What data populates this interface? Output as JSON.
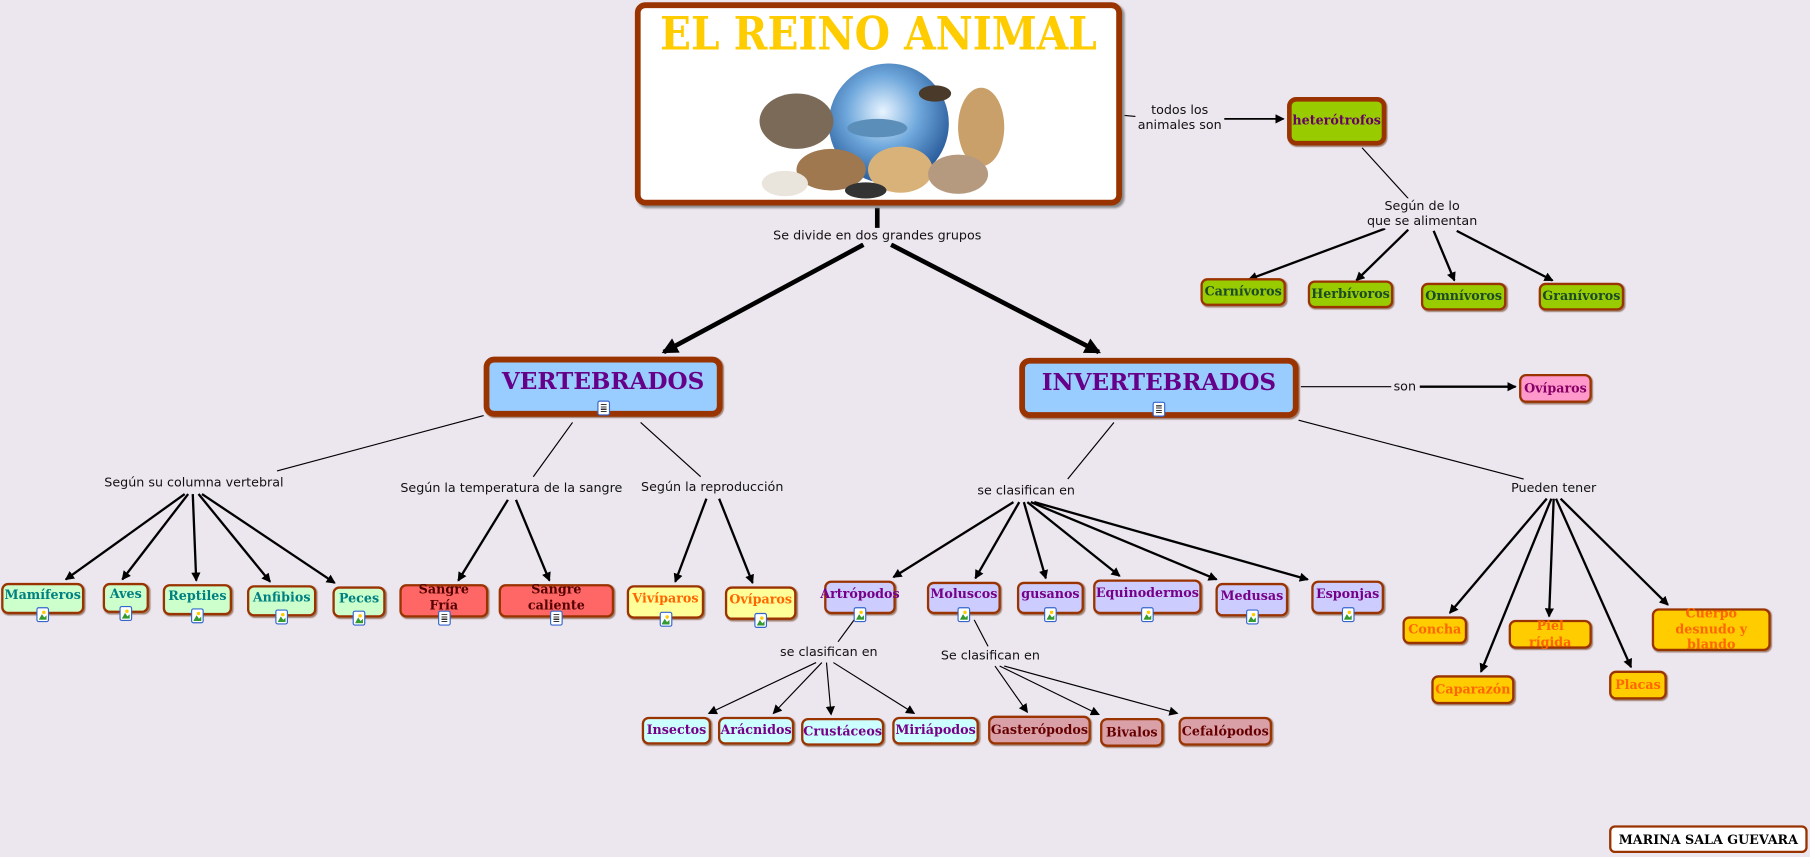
{
  "title": "EL REINO ANIMAL",
  "footer": "MARINA SALA GUEVARA",
  "colors": {
    "background": "#ECE6EF",
    "border": "#993300",
    "title": "#FFCC00"
  },
  "link_labels": {
    "todos": "todos los\nanimales son",
    "divide": "Se divide en dos grandes grupos",
    "alimentan": "Según de lo\nque se alimentan",
    "son": "son",
    "columna": "Según su columna vertebral",
    "temperatura": "Según la temperatura de la sangre",
    "reproduccion": "Según la reproducción",
    "clasifican_inv": "se clasifican en",
    "pueden": "Pueden tener",
    "clasifican_art": "se clasifican en",
    "clasifican_mol": "Se clasifican en"
  },
  "nodes": [
    {
      "id": "heterotrofos",
      "label": "heterótrofos",
      "style": "green-big",
      "icon": ""
    },
    {
      "id": "carnivoros",
      "label": "Carnívoros",
      "style": "green",
      "icon": ""
    },
    {
      "id": "herbivoros",
      "label": "Herbívoros",
      "style": "green",
      "icon": ""
    },
    {
      "id": "omnivoros",
      "label": "Omnívoros",
      "style": "green",
      "icon": ""
    },
    {
      "id": "granivoros",
      "label": "Granívoros",
      "style": "green",
      "icon": ""
    },
    {
      "id": "vertebrados",
      "label": "VERTEBRADOS",
      "style": "blue-big",
      "icon": "doc"
    },
    {
      "id": "invertebrados",
      "label": "INVERTEBRADOS",
      "style": "blue-big",
      "icon": "doc"
    },
    {
      "id": "oviparos-inv",
      "label": "Ovíparos",
      "style": "pink",
      "icon": ""
    },
    {
      "id": "mamiferos",
      "label": "Mamíferos",
      "style": "mint",
      "icon": "img"
    },
    {
      "id": "aves",
      "label": "Aves",
      "style": "mint",
      "icon": "img"
    },
    {
      "id": "reptiles",
      "label": "Reptiles",
      "style": "mint",
      "icon": "img"
    },
    {
      "id": "anfibios",
      "label": "Anfibios",
      "style": "mint",
      "icon": "img"
    },
    {
      "id": "peces",
      "label": "Peces",
      "style": "mint",
      "icon": "img"
    },
    {
      "id": "sangre-fria",
      "label": "Sangre Fría",
      "style": "red",
      "icon": "doc"
    },
    {
      "id": "sangre-caliente",
      "label": "Sangre caliente",
      "style": "red",
      "icon": "doc"
    },
    {
      "id": "viviparos",
      "label": "Vivíparos",
      "style": "yellow",
      "icon": "img"
    },
    {
      "id": "oviparos",
      "label": "Ovíparos",
      "style": "yellow",
      "icon": "img"
    },
    {
      "id": "artropodos",
      "label": "Artrópodos",
      "style": "lav",
      "icon": "img"
    },
    {
      "id": "moluscos",
      "label": "Moluscos",
      "style": "lav",
      "icon": "img"
    },
    {
      "id": "gusanos",
      "label": "gusanos",
      "style": "lav",
      "icon": "img"
    },
    {
      "id": "equinodermos",
      "label": "Equinodermos",
      "style": "lav",
      "icon": "img"
    },
    {
      "id": "medusas",
      "label": "Medusas",
      "style": "lav",
      "icon": "img"
    },
    {
      "id": "esponjas",
      "label": "Esponjas",
      "style": "lav",
      "icon": "img"
    },
    {
      "id": "insectos",
      "label": "Insectos",
      "style": "cyan",
      "icon": ""
    },
    {
      "id": "aracnidos",
      "label": "Arácnidos",
      "style": "cyan",
      "icon": ""
    },
    {
      "id": "crustaceos",
      "label": "Crustáceos",
      "style": "cyan",
      "icon": ""
    },
    {
      "id": "miriapodos",
      "label": "Miriápodos",
      "style": "cyan",
      "icon": ""
    },
    {
      "id": "gasteropodos",
      "label": "Gasterópodos",
      "style": "rose",
      "icon": ""
    },
    {
      "id": "bivalos",
      "label": "Bivalos",
      "style": "rose",
      "icon": ""
    },
    {
      "id": "cefalopodos",
      "label": "Cefalópodos",
      "style": "rose",
      "icon": ""
    },
    {
      "id": "concha",
      "label": "Concha",
      "style": "orange",
      "icon": ""
    },
    {
      "id": "piel-rigida",
      "label": "Piel rígida",
      "style": "orange",
      "icon": ""
    },
    {
      "id": "cuerpo-desnudo",
      "label": "Cuerpo desnudo y blando",
      "style": "orange",
      "icon": ""
    },
    {
      "id": "caparazon",
      "label": "Caparazón",
      "style": "orange",
      "icon": ""
    },
    {
      "id": "placas",
      "label": "Placas",
      "style": "orange",
      "icon": ""
    }
  ],
  "styles": {
    "green-big": {
      "bg": "#99CC00",
      "fg": "#660066"
    },
    "green": {
      "bg": "#99CC00",
      "fg": "#1A4A2A"
    },
    "blue-big": {
      "bg": "#99CCFF",
      "fg": "#660088"
    },
    "pink": {
      "bg": "#FF99CC",
      "fg": "#880066"
    },
    "mint": {
      "bg": "#CCFFCC",
      "fg": "#008080"
    },
    "red": {
      "bg": "#FF6666",
      "fg": "#550000"
    },
    "yellow": {
      "bg": "#FFFF99",
      "fg": "#FF6600"
    },
    "lav": {
      "bg": "#CCCCFF",
      "fg": "#770088"
    },
    "cyan": {
      "bg": "#CCFFFF",
      "fg": "#770088"
    },
    "rose": {
      "bg": "#D9A0A8",
      "fg": "#660000"
    },
    "orange": {
      "bg": "#FFCC00",
      "fg": "#FF6600"
    }
  }
}
